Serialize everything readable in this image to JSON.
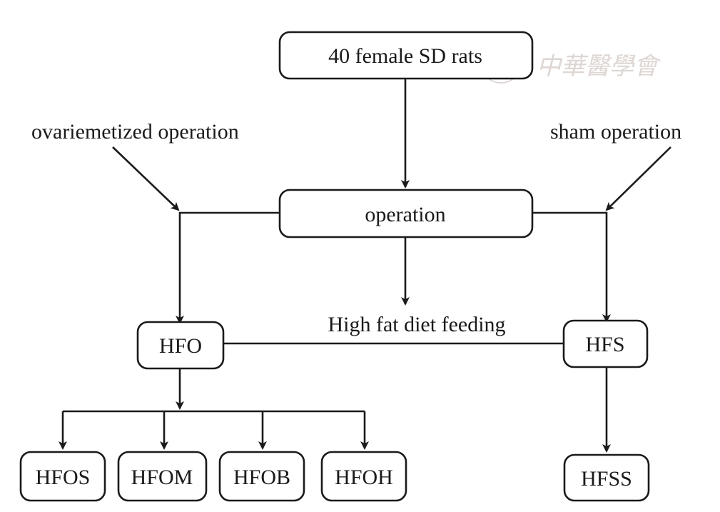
{
  "nodes": {
    "top": "40 female SD rats",
    "operation": "operation",
    "hfo": "HFO",
    "hfs": "HFS",
    "hfos": "HFOS",
    "hfom": "HFOM",
    "hfob": "HFOB",
    "hfoh": "HFOH",
    "hfss": "HFSS"
  },
  "labels": {
    "left_input": "ovariemetized operation",
    "right_input": "sham operation",
    "middle": "High fat diet feeding"
  },
  "watermark": {
    "text": "中華醫學會"
  },
  "colors": {
    "stroke": "#1a1a1a",
    "background": "#ffffff",
    "watermark": "#d8d0cc"
  }
}
